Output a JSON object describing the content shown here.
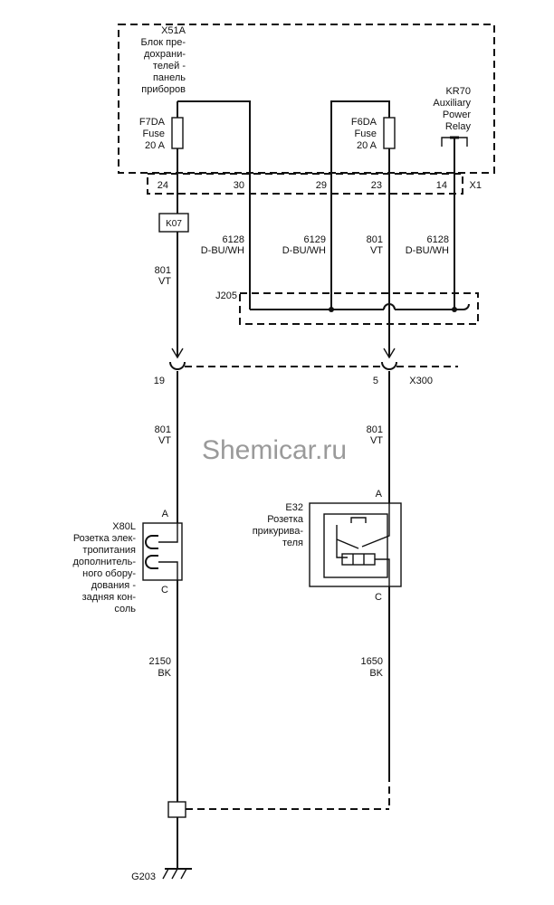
{
  "watermark": "Shemicar.ru",
  "fuse_block": {
    "name": "X51A",
    "desc": [
      "Блок пре-",
      "дохрани-",
      "телей -",
      "панель",
      "приборов"
    ],
    "connector": "X1",
    "pins": [
      "24",
      "30",
      "29",
      "23",
      "14"
    ]
  },
  "fuse_f7da": {
    "name": "F7DA",
    "type": "Fuse",
    "rating": "20 A"
  },
  "fuse_f6da": {
    "name": "F6DA",
    "type": "Fuse",
    "rating": "20 A"
  },
  "relay": {
    "lines": [
      "KR70",
      "Auxiliary",
      "Power",
      "Relay"
    ]
  },
  "wires": {
    "w_6128_left": {
      "circuit": "6128",
      "color": "D-BU/WH"
    },
    "w_6129": {
      "circuit": "6129",
      "color": "D-BU/WH"
    },
    "w_801_mid": {
      "circuit": "801",
      "color": "VT"
    },
    "w_6128_right": {
      "circuit": "6128",
      "color": "D-BU/WH"
    },
    "w_801_left_top": {
      "circuit": "801",
      "color": "VT"
    },
    "w_801_left_low": {
      "circuit": "801",
      "color": "VT"
    },
    "w_801_right_low": {
      "circuit": "801",
      "color": "VT"
    },
    "w_2150": {
      "circuit": "2150",
      "color": "BK"
    },
    "w_1650": {
      "circuit": "1650",
      "color": "BK"
    }
  },
  "splice_k07": "K07",
  "splice_j205": "J205",
  "inline_connector": {
    "name": "X300",
    "pin_left": "19",
    "pin_right": "5"
  },
  "socket_x80l": {
    "name": "X80L",
    "desc": [
      "Розетка элек-",
      "тропитания",
      "дополнитель-",
      "ного обору-",
      "дования -",
      "задняя кон-",
      "соль"
    ],
    "pin_a": "A",
    "pin_c": "C"
  },
  "socket_e32": {
    "name": "E32",
    "desc": [
      "Розетка",
      "прикурива-",
      "теля"
    ],
    "pin_a": "A",
    "pin_c": "C"
  },
  "ground": "G203"
}
